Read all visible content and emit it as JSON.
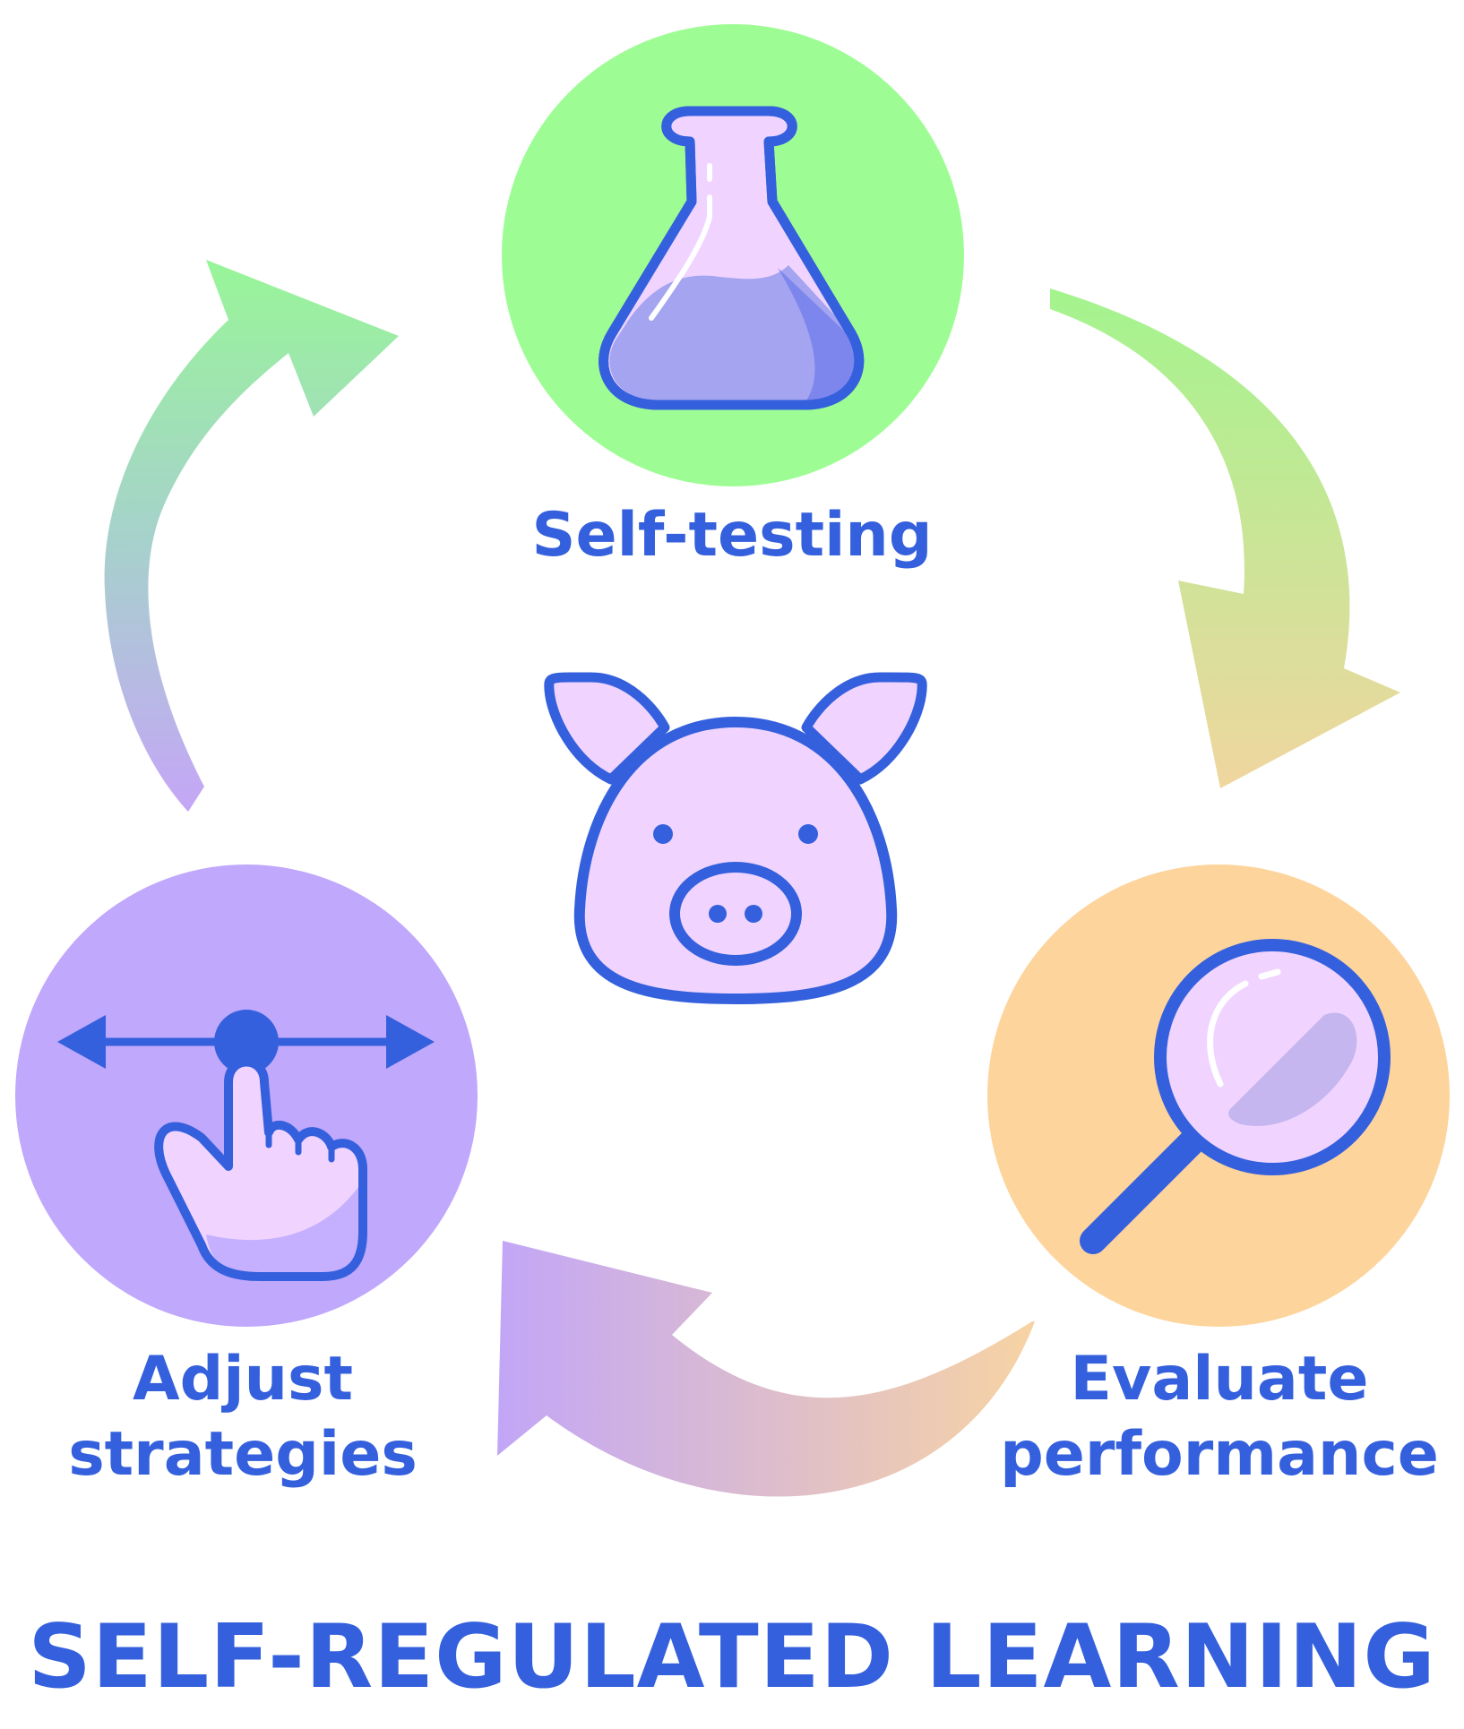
{
  "title": "SELF-REGULATED LEARNING",
  "colors": {
    "accent": "#3560dd",
    "icon_fill": "#f0d4ff",
    "liquid": "#a4a4f0",
    "circle_self_testing": "#9dfd94",
    "circle_evaluate": "#fdd49c",
    "circle_adjust": "#c0a8fc"
  },
  "center": {
    "icon": "pig-icon"
  },
  "steps": [
    {
      "id": "self-testing",
      "icon": "flask-icon",
      "lines": [
        "Self-testing"
      ]
    },
    {
      "id": "evaluate-performance",
      "icon": "magnifying-glass-icon",
      "lines": [
        "Evaluate",
        "performance"
      ]
    },
    {
      "id": "adjust-strategies",
      "icon": "swipe-hand-icon",
      "lines": [
        "Adjust",
        "strategies"
      ]
    }
  ],
  "flow": [
    {
      "from": "adjust-strategies",
      "to": "self-testing"
    },
    {
      "from": "self-testing",
      "to": "evaluate-performance"
    },
    {
      "from": "evaluate-performance",
      "to": "adjust-strategies"
    }
  ]
}
